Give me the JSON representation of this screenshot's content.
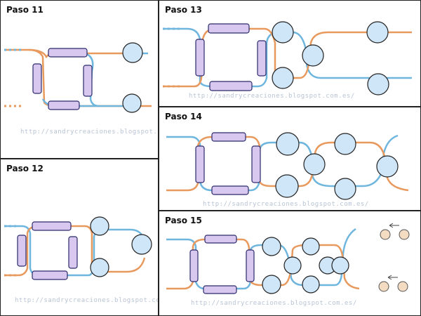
{
  "panels": [
    {
      "key": "p11",
      "title": "Paso 11",
      "watermark": "http://sandrycreaciones.blogspot.com.es/"
    },
    {
      "key": "p13",
      "title": "Paso 13",
      "watermark": "http://sandrycreaciones.blogspot.com.es/"
    },
    {
      "key": "p12",
      "title": "Paso 12",
      "watermark": "http://sandrycreaciones.blogspot.com.es/"
    },
    {
      "key": "p14",
      "title": "Paso 14",
      "watermark": "http://sandrycreaciones.blogspot.com.es/"
    },
    {
      "key": "p15",
      "title": "Paso 15",
      "watermark": "http://sandrycreaciones.blogspot.com.es/"
    }
  ],
  "colors": {
    "thread_blue": "#6fb6de",
    "thread_orange": "#e89a5e",
    "tube_fill": "#d8c8ef",
    "tube_stroke": "#2a2a6a",
    "bead_fill": "#cfe6f8",
    "bead_stroke": "#222222",
    "pearl_fill": "#f3dcc2"
  }
}
